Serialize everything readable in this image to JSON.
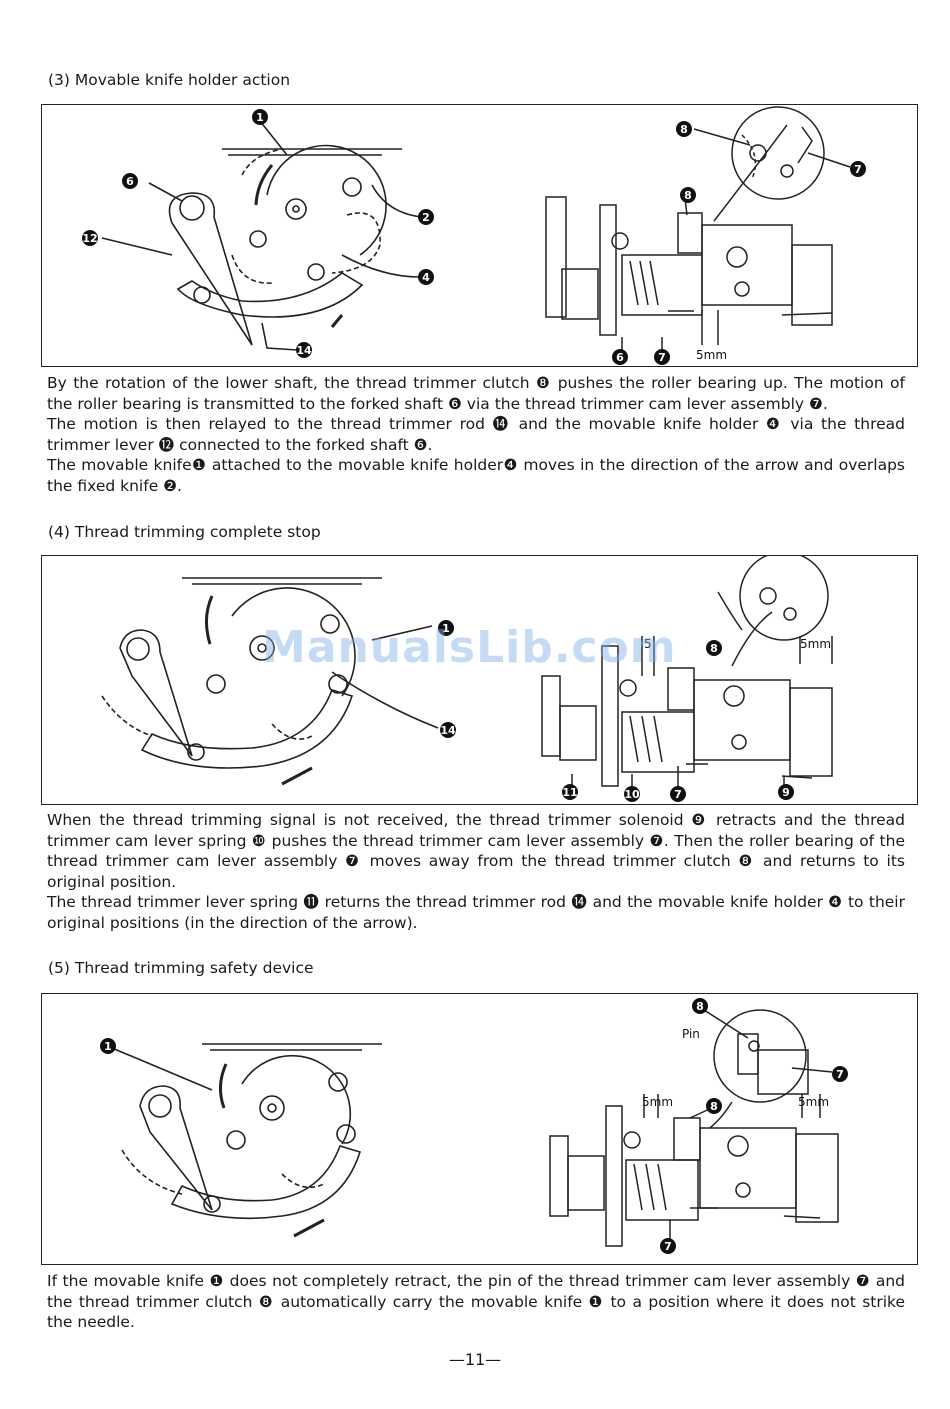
{
  "sections": [
    {
      "heading": "(3) Movable knife holder action",
      "paragraphs": [
        "By the rotation of the lower shaft, the thread trimmer clutch ❽ pushes the roller bearing up. The motion of the roller bearing is transmitted to the forked shaft ❻ via the thread trimmer cam lever assembly ❼.",
        "The motion is then relayed to the thread trimmer rod ⓮ and the movable knife holder ❹ via the thread trimmer lever ⓬ connected to the forked shaft ❻.",
        "The movable knife❶ attached to the movable knife holder❹ moves in the direction of the arrow and overlaps the fixed knife ❷."
      ],
      "diagram": {
        "callouts_left": [
          "1",
          "6",
          "12",
          "2",
          "4",
          "14"
        ],
        "callouts_right": [
          "8",
          "7",
          "8",
          "6",
          "7"
        ],
        "dimension": "5mm"
      }
    },
    {
      "heading": "(4) Thread trimming complete stop",
      "paragraphs": [
        "When the thread trimming signal is not received, the thread trimmer solenoid ❾ retracts and the thread trimmer cam lever spring ❿ pushes the thread trimmer cam lever assembly ❼. Then the roller bearing of the thread trimmer cam lever assembly ❼ moves away from the thread trimmer clutch ❽ and returns to its original position.",
        "The thread trimmer lever spring ⓫ returns the thread trimmer rod ⓮ and the movable knife holder ❹ to their original positions (in the direction of the arrow)."
      ],
      "diagram": {
        "callouts_left": [
          "1",
          "14"
        ],
        "callouts_right": [
          "5",
          "8",
          "11",
          "10",
          "7",
          "9"
        ],
        "dimension": "5mm"
      }
    },
    {
      "heading": "(5) Thread trimming safety device",
      "paragraphs": [
        "If the movable knife ❶ does not completely retract, the pin of the thread trimmer cam lever assembly ❼ and the thread trimmer clutch ❽ automatically carry the movable knife ❶ to a position where it does not strike the needle."
      ],
      "diagram": {
        "callouts_left": [
          "1"
        ],
        "callouts_right": [
          "8",
          "7",
          "8",
          "7"
        ],
        "label_pin": "Pin",
        "dimension_a": "5mm",
        "dimension_b": "5mm"
      }
    }
  ],
  "watermark": "ManualsLib.com",
  "page_number": "—11—"
}
